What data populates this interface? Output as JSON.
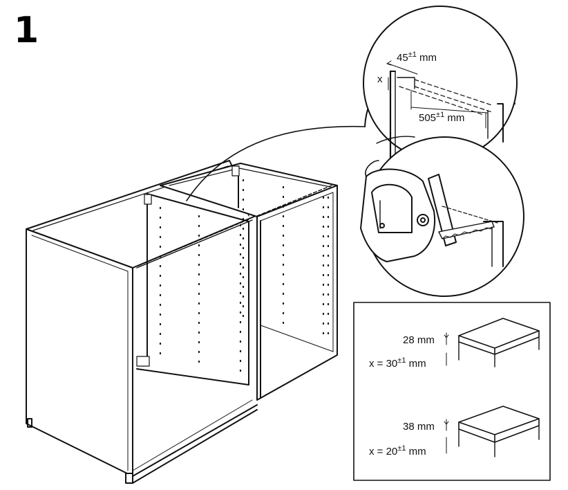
{
  "step": {
    "number": "1"
  },
  "detail_top": {
    "dim_45": {
      "value": "45",
      "tol": "±1",
      "unit": "mm"
    },
    "x_label": "x",
    "dim_505": {
      "value": "505",
      "tol": "±1",
      "unit": "mm"
    }
  },
  "inset": {
    "worktop_28": {
      "thickness": "28 mm",
      "x_prefix": "x = 30",
      "x_tol": "±1",
      "x_unit": "mm"
    },
    "worktop_38": {
      "thickness": "38 mm",
      "x_prefix": "x = 20",
      "x_tol": "±1",
      "x_unit": "mm"
    }
  }
}
